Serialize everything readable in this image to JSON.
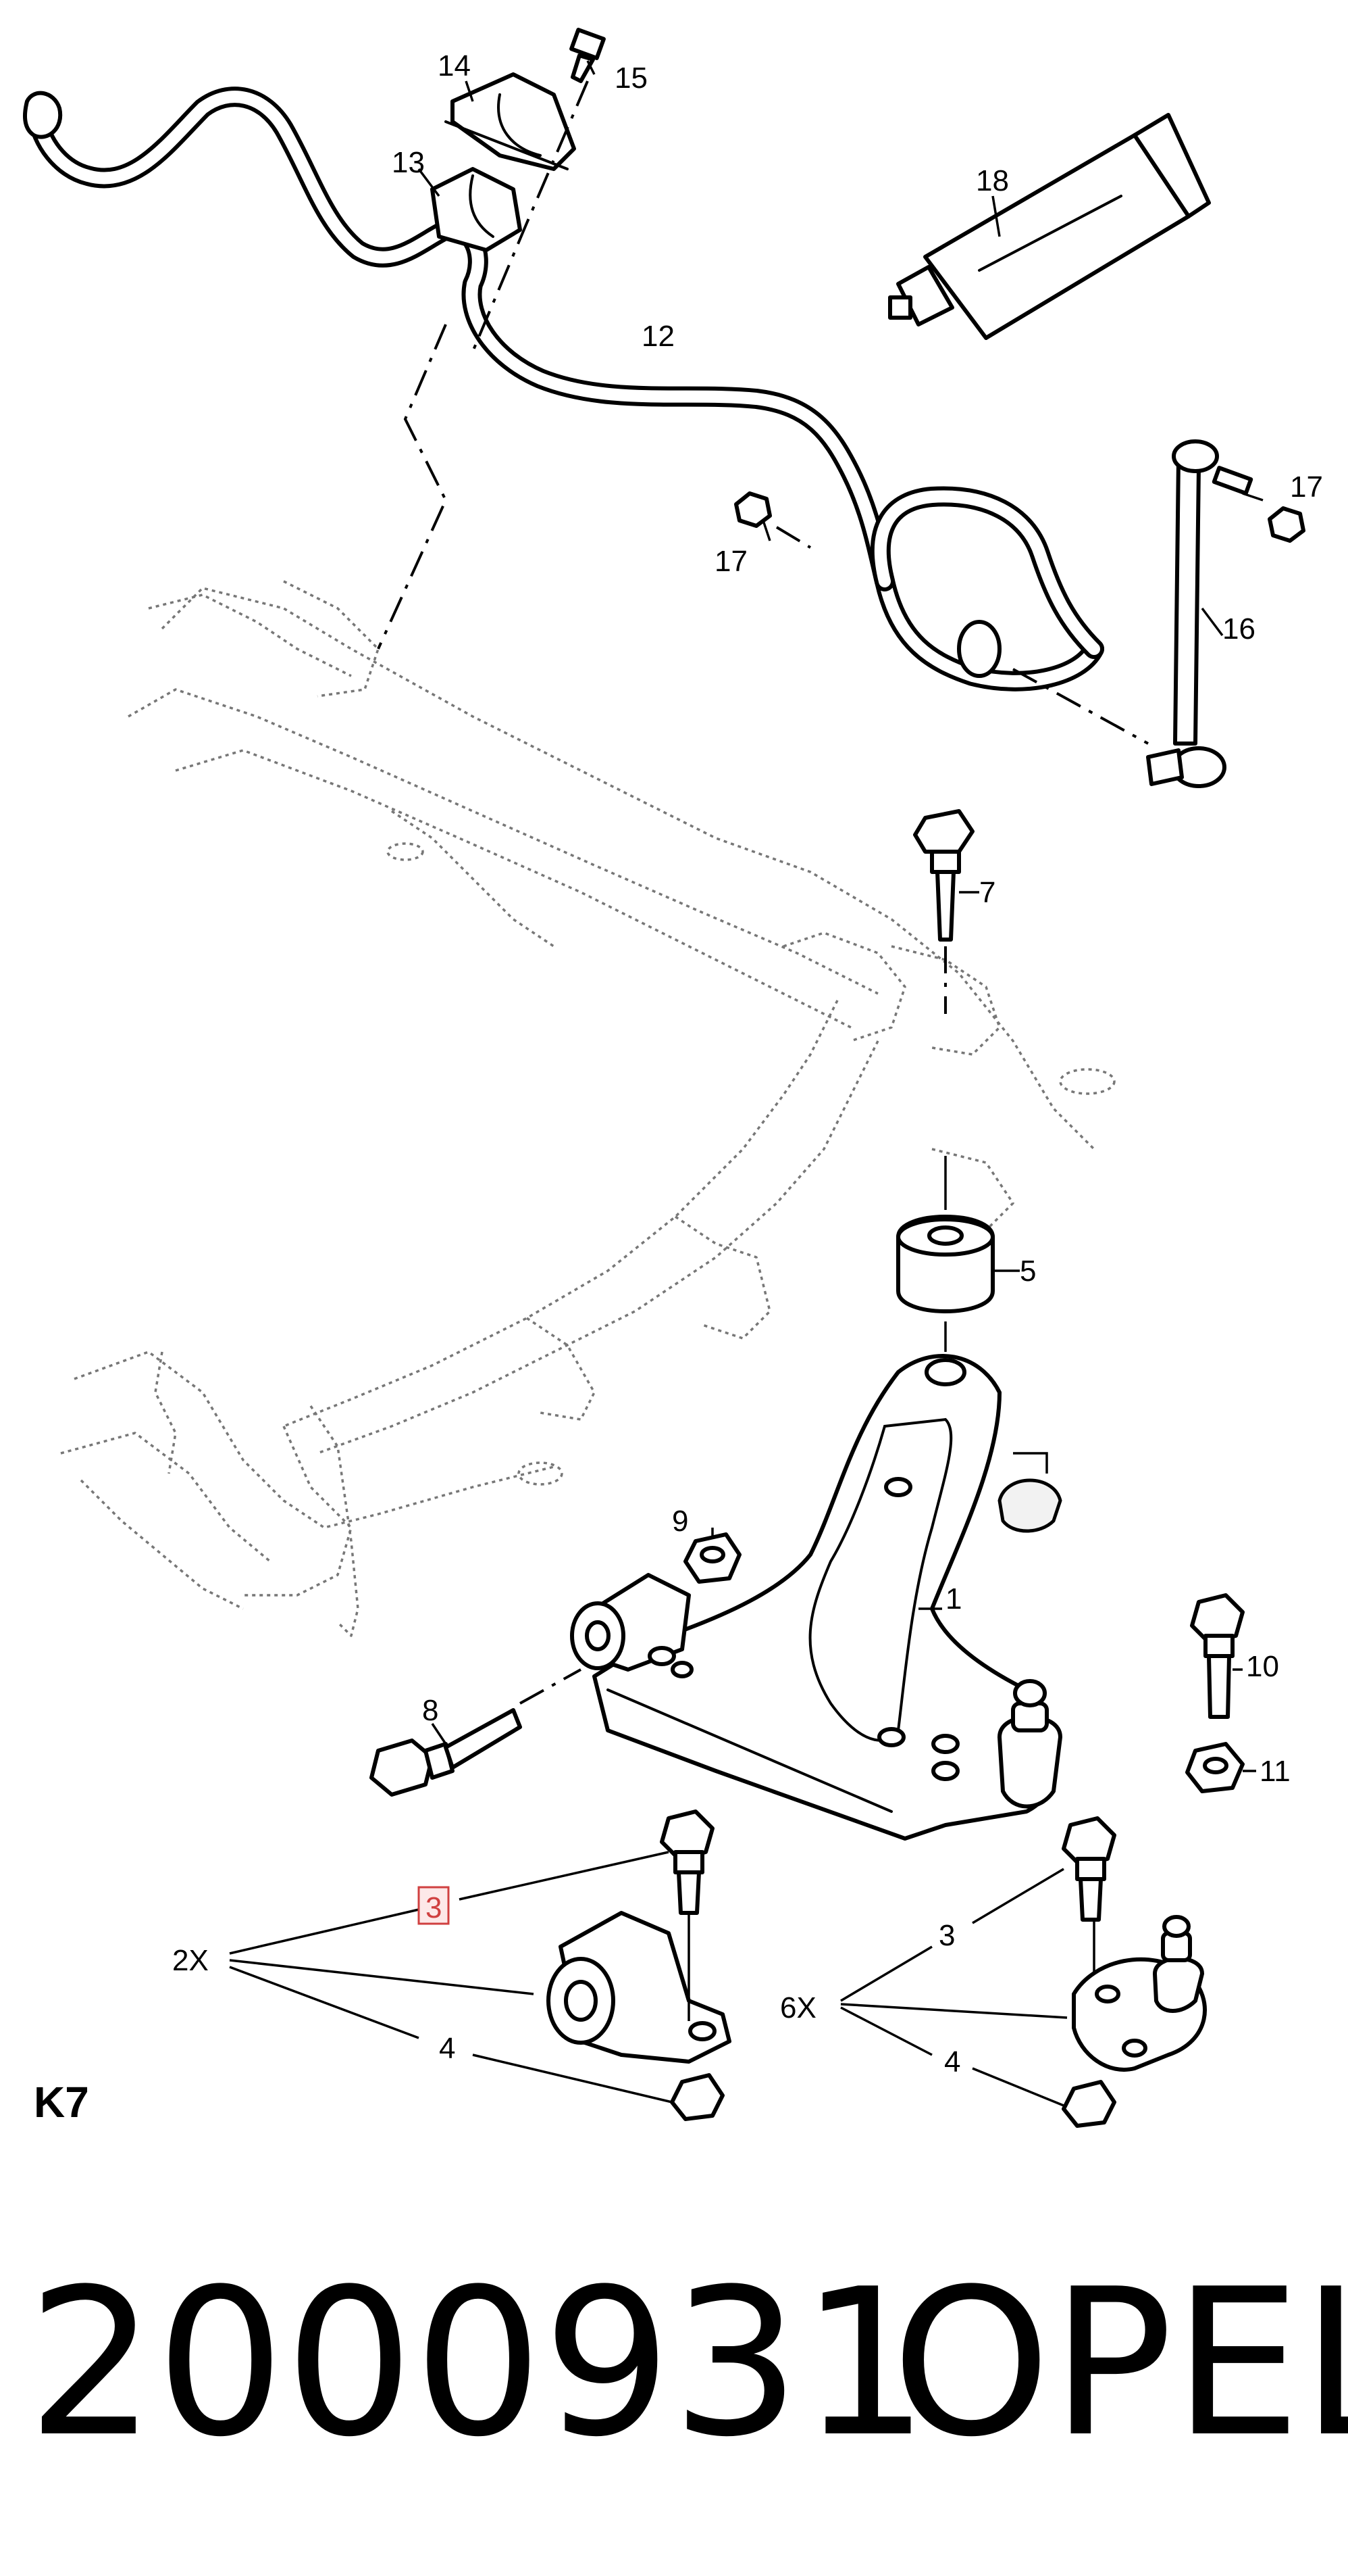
{
  "diagram": {
    "section_code": "K7",
    "part_number": "2000931",
    "brand": "OPEL",
    "highlighted_label": "3",
    "highlight_color": "#d04040",
    "callouts": {
      "c1": "1",
      "c3a": "3",
      "c3b": "3",
      "c4a": "4",
      "c4b": "4",
      "c5": "5",
      "c7": "7",
      "c8": "8",
      "c9": "9",
      "c10": "10",
      "c11": "11",
      "c12": "12",
      "c13": "13",
      "c14": "14",
      "c15": "15",
      "c16": "16",
      "c17a": "17",
      "c17b": "17",
      "c18": "18"
    },
    "quantities": {
      "bushing_set": "2X",
      "ball_joint_set": "6X"
    }
  }
}
